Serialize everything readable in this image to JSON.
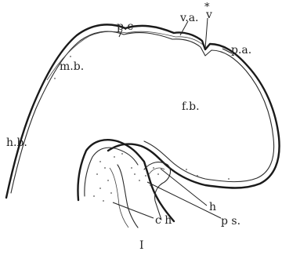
{
  "labels": {
    "pc": "p.c",
    "va": "v.a.",
    "v": "v",
    "pa": "p.a.",
    "mb": "m.b.",
    "fb": "f.b.",
    "hb": "h.b.",
    "h": "h",
    "ch": "c h",
    "ps": "p s.",
    "figure_number": "I"
  },
  "marks": {
    "asterisk": "*"
  }
}
